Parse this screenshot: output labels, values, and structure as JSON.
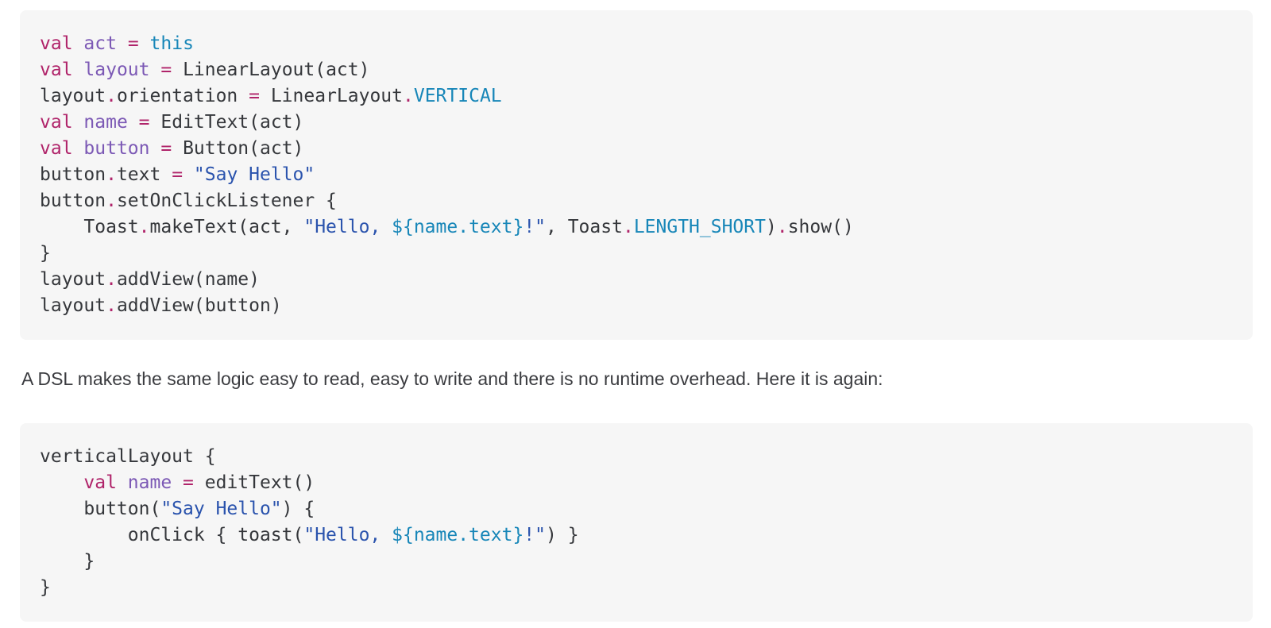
{
  "colors": {
    "page_background": "#ffffff",
    "code_background": "#f6f6f6",
    "code_default": "#35373b",
    "keyword": "#b0246a",
    "operator": "#b0246a",
    "variable": "#7c59b5",
    "builtin": "#1786b8",
    "string": "#2a53ad",
    "body_text": "#3b3c40"
  },
  "token_types": {
    "d": "default-code-text",
    "k": "keyword",
    "o": "operator",
    "v": "variable-name",
    "b": "builtin-constant-or-interpolation",
    "s": "string-literal"
  },
  "paragraph": {
    "text": "A DSL makes the same logic easy to read, easy to write and there is no runtime overhead. Here it is again:"
  },
  "code_blocks": [
    {
      "name": "imperative-ui-code",
      "language": "kotlin",
      "lines": [
        [
          [
            "k",
            "val"
          ],
          [
            "d",
            " "
          ],
          [
            "v",
            "act"
          ],
          [
            "d",
            " "
          ],
          [
            "o",
            "="
          ],
          [
            "d",
            " "
          ],
          [
            "b",
            "this"
          ]
        ],
        [
          [
            "k",
            "val"
          ],
          [
            "d",
            " "
          ],
          [
            "v",
            "layout"
          ],
          [
            "d",
            " "
          ],
          [
            "o",
            "="
          ],
          [
            "d",
            " LinearLayout(act)"
          ]
        ],
        [
          [
            "d",
            "layout"
          ],
          [
            "o",
            "."
          ],
          [
            "d",
            "orientation "
          ],
          [
            "o",
            "="
          ],
          [
            "d",
            " LinearLayout"
          ],
          [
            "o",
            "."
          ],
          [
            "b",
            "VERTICAL"
          ]
        ],
        [
          [
            "k",
            "val"
          ],
          [
            "d",
            " "
          ],
          [
            "v",
            "name"
          ],
          [
            "d",
            " "
          ],
          [
            "o",
            "="
          ],
          [
            "d",
            " EditText(act)"
          ]
        ],
        [
          [
            "k",
            "val"
          ],
          [
            "d",
            " "
          ],
          [
            "v",
            "button"
          ],
          [
            "d",
            " "
          ],
          [
            "o",
            "="
          ],
          [
            "d",
            " Button(act)"
          ]
        ],
        [
          [
            "d",
            "button"
          ],
          [
            "o",
            "."
          ],
          [
            "d",
            "text "
          ],
          [
            "o",
            "="
          ],
          [
            "d",
            " "
          ],
          [
            "s",
            "\"Say Hello\""
          ]
        ],
        [
          [
            "d",
            "button"
          ],
          [
            "o",
            "."
          ],
          [
            "d",
            "setOnClickListener {"
          ]
        ],
        [
          [
            "d",
            "    Toast"
          ],
          [
            "o",
            "."
          ],
          [
            "d",
            "makeText(act, "
          ],
          [
            "s",
            "\"Hello, "
          ],
          [
            "b",
            "${name.text}"
          ],
          [
            "s",
            "!\""
          ],
          [
            "d",
            ", Toast"
          ],
          [
            "o",
            "."
          ],
          [
            "b",
            "LENGTH_SHORT"
          ],
          [
            "d",
            ")"
          ],
          [
            "o",
            "."
          ],
          [
            "d",
            "show()"
          ]
        ],
        [
          [
            "d",
            "}"
          ]
        ],
        [
          [
            "d",
            "layout"
          ],
          [
            "o",
            "."
          ],
          [
            "d",
            "addView(name)"
          ]
        ],
        [
          [
            "d",
            "layout"
          ],
          [
            "o",
            "."
          ],
          [
            "d",
            "addView(button)"
          ]
        ]
      ]
    },
    {
      "name": "dsl-ui-code",
      "language": "kotlin",
      "lines": [
        [
          [
            "d",
            "verticalLayout {"
          ]
        ],
        [
          [
            "d",
            "    "
          ],
          [
            "k",
            "val"
          ],
          [
            "d",
            " "
          ],
          [
            "v",
            "name"
          ],
          [
            "d",
            " "
          ],
          [
            "o",
            "="
          ],
          [
            "d",
            " editText()"
          ]
        ],
        [
          [
            "d",
            "    button("
          ],
          [
            "s",
            "\"Say Hello\""
          ],
          [
            "d",
            ") {"
          ]
        ],
        [
          [
            "d",
            "        onClick { toast("
          ],
          [
            "s",
            "\"Hello, "
          ],
          [
            "b",
            "${name.text}"
          ],
          [
            "s",
            "!\""
          ],
          [
            "d",
            ") }"
          ]
        ],
        [
          [
            "d",
            "    }"
          ]
        ],
        [
          [
            "d",
            "}"
          ]
        ]
      ]
    }
  ]
}
